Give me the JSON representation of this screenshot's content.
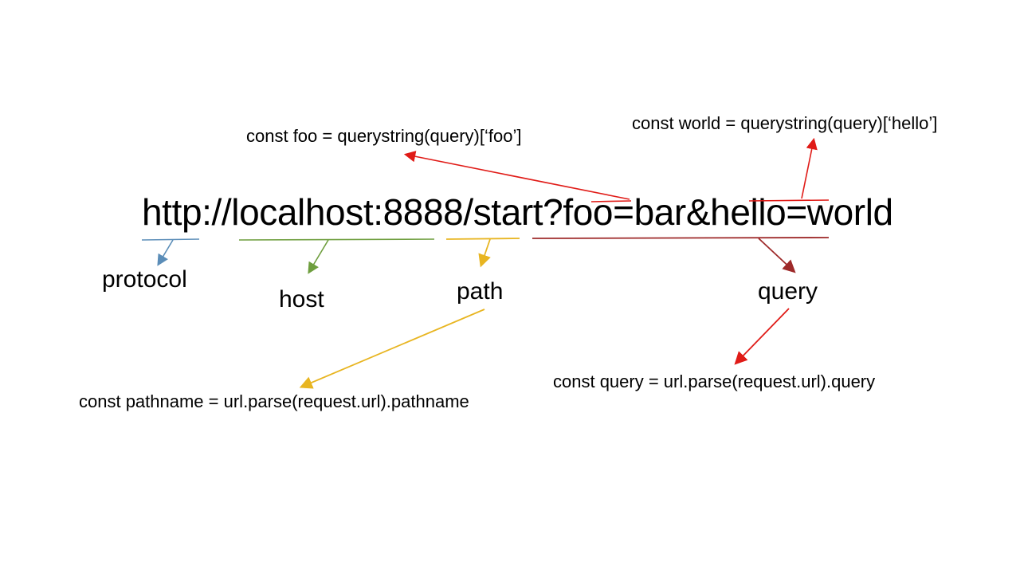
{
  "diagram": {
    "title_url": "http://localhost:8888/start?foo=bar&hello=world",
    "colors": {
      "protocol": "#5b8db8",
      "host": "#6e9e3e",
      "path": "#e8b521",
      "query": "#9e2a2a",
      "query_param": "#e01b17"
    },
    "part_labels": [
      {
        "name": "protocol",
        "text": "protocol"
      },
      {
        "name": "host",
        "text": "host"
      },
      {
        "name": "path",
        "text": "path"
      },
      {
        "name": "query",
        "text": "query"
      }
    ],
    "code_notes": [
      {
        "name": "foo",
        "text": "const foo = querystring(query)[‘foo’]"
      },
      {
        "name": "world",
        "text": "const world = querystring(query)[‘hello’]"
      },
      {
        "name": "pathname",
        "text": "const pathname = url.parse(request.url).pathname"
      },
      {
        "name": "query",
        "text": "const query = url.parse(request.url).query"
      }
    ]
  }
}
